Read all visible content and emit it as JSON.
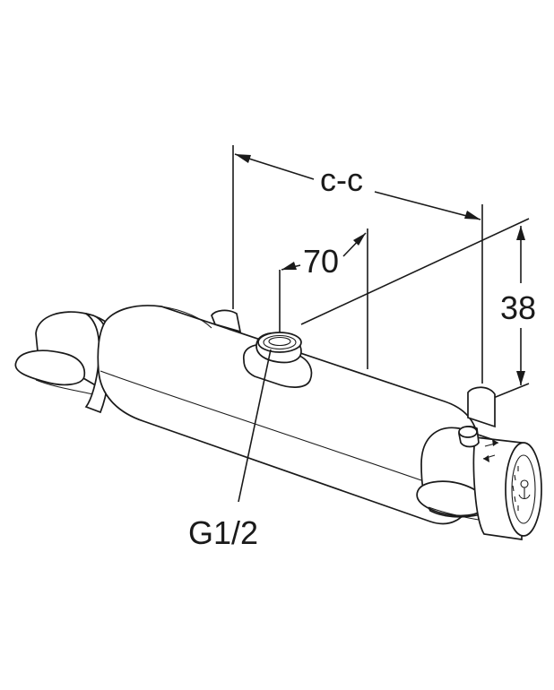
{
  "dimensions": {
    "center_to_center": "c-c",
    "offset": "70",
    "height": "38",
    "thread": "G1/2"
  },
  "line_color": "#1a1a1a",
  "background": "#ffffff",
  "knob_marking": "temperature-scale-engraving"
}
